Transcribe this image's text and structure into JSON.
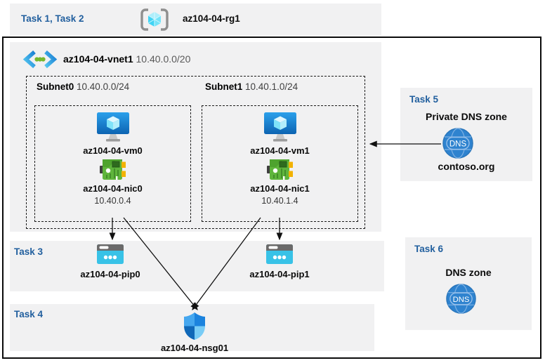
{
  "header": {
    "tasks_label": "Task 1, Task 2",
    "resource_group": "az104-04-rg1"
  },
  "vnet": {
    "name": "az104-04-vnet1",
    "cidr": "10.40.0.0/20",
    "subnets": [
      {
        "name": "Subnet0",
        "cidr": "10.40.0.0/24",
        "vm": "az104-04-vm0",
        "nic": "az104-04-nic0",
        "ip": "10.40.0.4"
      },
      {
        "name": "Subnet1",
        "cidr": "10.40.1.0/24",
        "vm": "az104-04-vm1",
        "nic": "az104-04-nic1",
        "ip": "10.40.1.4"
      }
    ]
  },
  "task3": {
    "label": "Task 3",
    "pip0": "az104-04-pip0",
    "pip1": "az104-04-pip1"
  },
  "task4": {
    "label": "Task 4",
    "nsg": "az104-04-nsg01"
  },
  "task5": {
    "label": "Task 5",
    "title": "Private DNS zone",
    "zone": "contoso.org",
    "icon_text": "DNS"
  },
  "task6": {
    "label": "Task 6",
    "title": "DNS zone",
    "icon_text": "DNS"
  },
  "colors": {
    "band_gray": "#f1f1f2",
    "task_label_blue": "#215f9e",
    "frame_black": "#0a0a0a",
    "vm_blue": "#1584de",
    "nic_green": "#5fb53c",
    "pip_cyan": "#38c2e7",
    "dns_blue": "#2f83cf",
    "shield_blue": "#1b83de"
  }
}
